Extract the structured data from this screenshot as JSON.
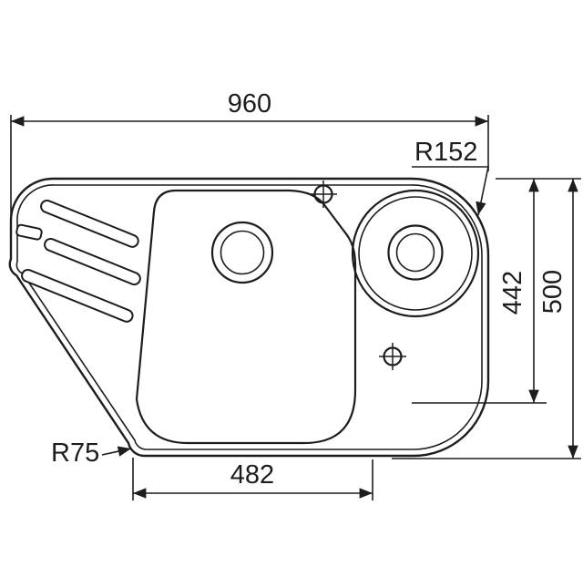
{
  "style": {
    "line_color": "#1d1d1b",
    "background_color": "#ffffff"
  },
  "dimensions": {
    "overall_width": "960",
    "corner_radius_top_right": "R152",
    "bowl_section_depth": "442",
    "overall_depth": "500",
    "bottom_edge_width": "482",
    "corner_radius_bottom_left": "R75"
  }
}
